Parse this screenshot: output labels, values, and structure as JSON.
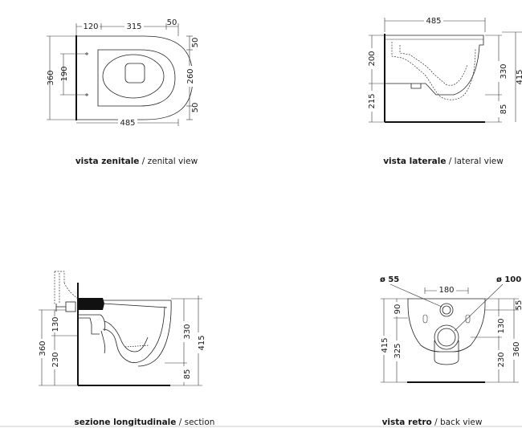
{
  "views": {
    "zenital": {
      "caption_bold": "vista zenitale",
      "caption_sep": " / ",
      "caption_rest": "zenital view",
      "dims": {
        "top_a": "120",
        "top_b": "315",
        "top_c": "50",
        "left_outer": "360",
        "left_inner": "190",
        "right_top": "50",
        "right_mid": "260",
        "right_bottom": "50",
        "bottom": "485"
      }
    },
    "lateral": {
      "caption_bold": "vista laterale",
      "caption_sep": " / ",
      "caption_rest": "lateral view",
      "dims": {
        "top": "485",
        "left_top": "200",
        "left_bottom": "215",
        "right_inner": "330",
        "right_outer": "415",
        "right_bottom": "85"
      }
    },
    "section": {
      "caption_bold": "sezione longitudinale",
      "caption_sep": " / ",
      "caption_rest": "section",
      "dims": {
        "left_outer": "360",
        "left_upper": "130",
        "left_lower": "230",
        "right_inner": "330",
        "right_outer": "415",
        "right_bottom": "85"
      }
    },
    "back": {
      "caption_bold": "vista retro",
      "caption_sep": " / ",
      "caption_rest": "back view",
      "dims": {
        "dia_left": "ø 55",
        "dia_right": "ø 100",
        "top_width": "180",
        "left_small": "90",
        "left_outer": "415",
        "left_inner": "325",
        "right_small": "55",
        "right_mid": "130",
        "right_low": "230",
        "right_outer": "360"
      }
    }
  }
}
